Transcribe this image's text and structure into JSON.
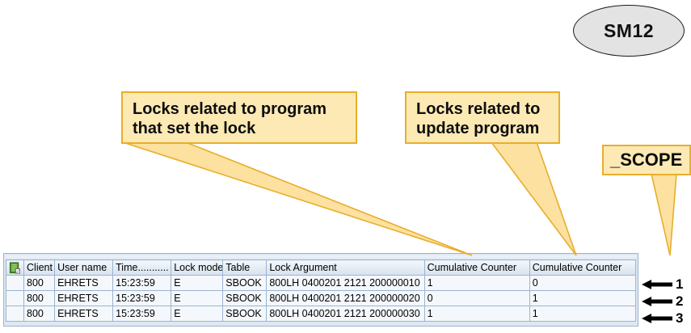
{
  "badge": {
    "label": "SM12",
    "icon": "oval-badge",
    "fill_color": "#e3e3e3",
    "border_color": "#1a1a1a"
  },
  "callouts": [
    {
      "name": "locks-related-to-program",
      "text": "Locks related to program\nthat set the lock",
      "fill_color": "#fce9b4",
      "border_color": "#e8ae2b"
    },
    {
      "name": "locks-related-to-update-program",
      "text": "Locks related to\nupdate program",
      "fill_color": "#fce9b4",
      "border_color": "#e8ae2b"
    },
    {
      "name": "scope-label",
      "text": "_SCOPE",
      "fill_color": "#fce9b4",
      "border_color": "#e8ae2b"
    }
  ],
  "table": {
    "name": "lock-entries-table",
    "icon": "green-document-icon",
    "highlight_color": "#fcbe2f",
    "header_color": "#d7e2ee",
    "columns": [
      "Client",
      "User name",
      "Time...........",
      "Lock mode",
      "Table",
      "Lock Argument",
      "Cumulative Counter",
      "Cumulative Counter"
    ],
    "rows": [
      {
        "client": "800",
        "user_name": "EHRETS",
        "time": "15:23:59",
        "lock_mode": "E",
        "table": "SBOOK",
        "lock_argument": "800LH 0400201 2121 200000010",
        "counter_1": "1",
        "counter_2": "0"
      },
      {
        "client": "800",
        "user_name": "EHRETS",
        "time": "15:23:59",
        "lock_mode": "E",
        "table": "SBOOK",
        "lock_argument": "800LH 0400201 2121 200000020",
        "counter_1": "0",
        "counter_2": "1"
      },
      {
        "client": "800",
        "user_name": "EHRETS",
        "time": "15:23:59",
        "lock_mode": "E",
        "table": "SBOOK",
        "lock_argument": "800LH 0400201 2121 200000030",
        "counter_1": "1",
        "counter_2": "1"
      }
    ]
  },
  "row_markers": [
    {
      "icon": "left-arrow-icon",
      "number": "1"
    },
    {
      "icon": "left-arrow-icon",
      "number": "2"
    },
    {
      "icon": "left-arrow-icon",
      "number": "3"
    }
  ]
}
